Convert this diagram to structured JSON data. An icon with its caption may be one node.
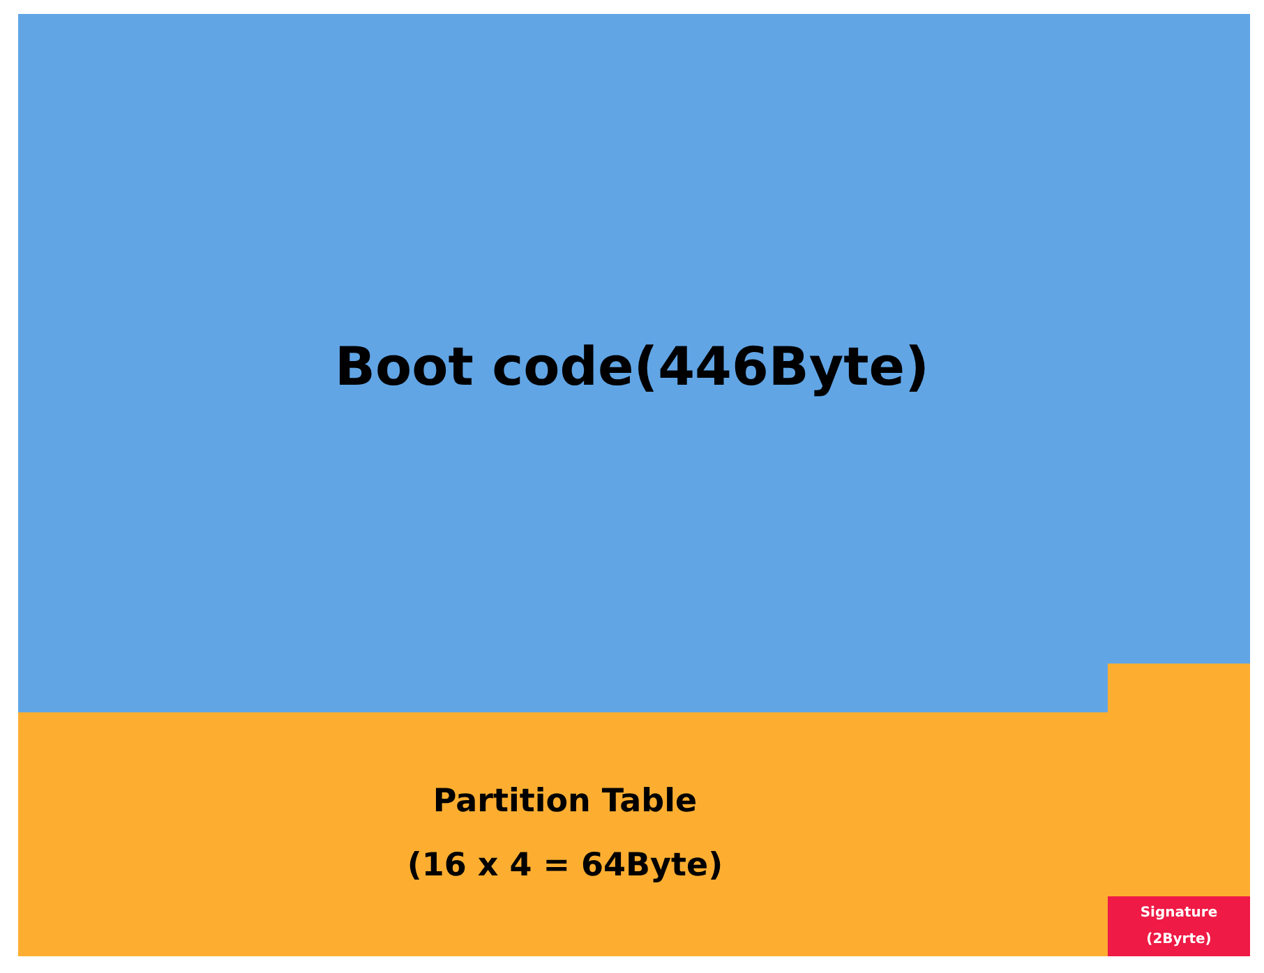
{
  "diagram": {
    "nodes": [
      {
        "text": [
          "Boot code(446Byte)"
        ]
      },
      {
        "text": [
          "Partition Table",
          "(16 x 4 = 64Byte)"
        ]
      },
      {
        "text": [
          "Signature",
          "(2Byrte)"
        ],
        "in": 1
      }
    ],
    "edges": []
  }
}
